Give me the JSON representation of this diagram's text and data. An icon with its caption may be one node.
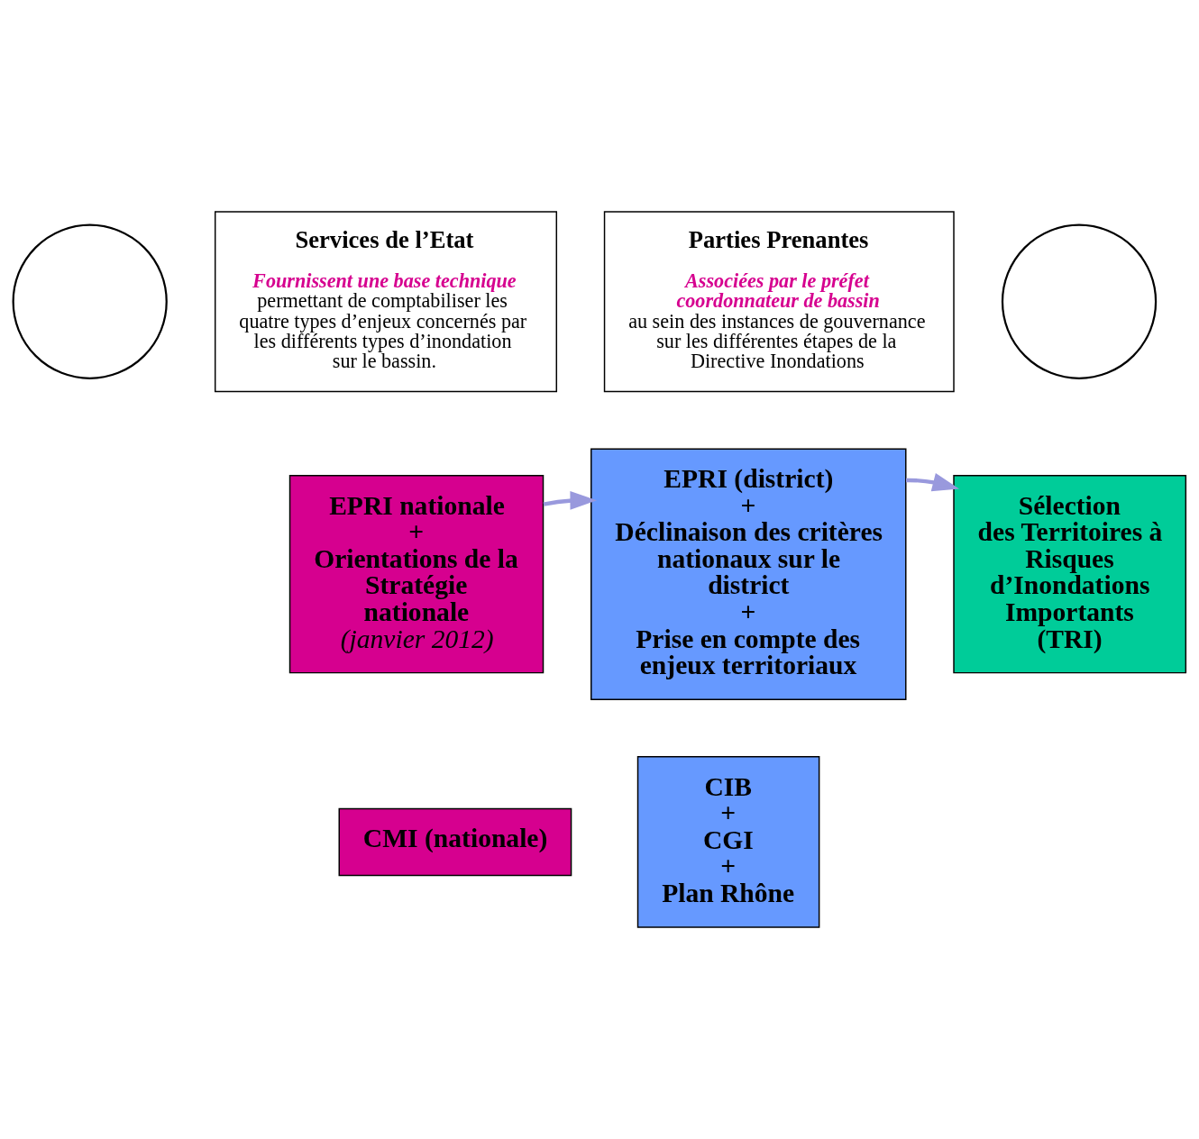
{
  "diagram": {
    "nodes": [
      {
        "text": [],
        "shape": "circle"
      },
      {
        "text": [
          "Services de l’Etat",
          "Fournissent une base technique",
          "permettant de comptabiliser les quatre types d’enjeux concernés par les différents types d’inondation sur le bassin."
        ]
      },
      {
        "text": [],
        "shape": "circle"
      },
      {
        "text": [
          "Parties Prenantes",
          "Associées par le préfet coordonnateur de bassin",
          "au sein des instances de gouvernance sur les différentes étapes de la Directive Inondations"
        ]
      },
      {
        "text": [
          "EPRI nationale",
          "+",
          "Orientations de la Stratégie nationale",
          "(janvier 2012)"
        ]
      },
      {
        "text": [
          "EPRI (district)",
          "+",
          "Déclinaison des critères nationaux sur le district",
          "+",
          "Prise en compte des enjeux territoriaux"
        ]
      },
      {
        "text": [
          "Sélection",
          "des Territoires à Risques d’Inondations Importants",
          "(TRI)"
        ]
      },
      {
        "text": [
          "CMI (nationale)"
        ]
      },
      {
        "text": [
          "CIB",
          "+",
          "CGI",
          "+",
          "Plan Rhône"
        ]
      }
    ],
    "edges": [
      {
        "from": 4,
        "to": 5,
        "arrow": "to"
      },
      {
        "from": 5,
        "to": 6,
        "arrow": "to"
      }
    ]
  }
}
